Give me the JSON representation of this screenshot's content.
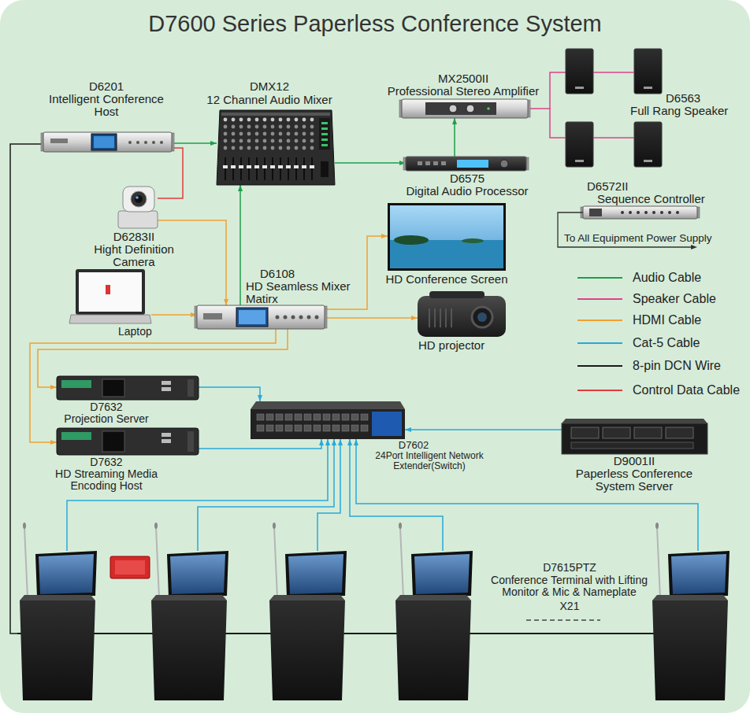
{
  "diagram": {
    "title": "D7600 Series Paperless Conference System",
    "nodes": [
      {
        "text": [
          "D6201",
          "Intelligent Conference Host"
        ]
      },
      {
        "text": [
          "DMX12",
          "12 Channel Audio Mixer"
        ]
      },
      {
        "text": [
          "MX2500II",
          "Professional Stereo Amplifier"
        ]
      },
      {
        "text": [
          "D6563",
          "Full Rang Speaker"
        ]
      },
      {
        "text": [
          "D6575",
          "Digital Audio Processor"
        ]
      },
      {
        "text": [
          "D6572II",
          "Sequence Controller"
        ]
      },
      {
        "text": [
          "D6283II",
          "Hight Definition Camera"
        ]
      },
      {
        "text": [
          "Laptop"
        ]
      },
      {
        "text": [
          "D6108",
          "HD Seamless Mixer Matirx"
        ]
      },
      {
        "text": [
          "HD Conference Screen"
        ]
      },
      {
        "text": [
          "HD projector"
        ]
      },
      {
        "text": [
          "D7632",
          "Projection Server"
        ]
      },
      {
        "text": [
          "D7632",
          "HD Streaming Media Encoding Host"
        ]
      },
      {
        "text": [
          "D7602",
          "24Port Intelligent Network Extender(Switch)"
        ]
      },
      {
        "text": [
          "D9001II",
          "Paperless Conference System Server"
        ]
      },
      {
        "text": [
          "D7615PTZ",
          "Conference Terminal with Lifting Monitor & Mic & Nameplate",
          "X21"
        ]
      }
    ],
    "edges": [
      {
        "from": 0,
        "to": 1,
        "arrow": "to"
      },
      {
        "from": 0,
        "to": 6,
        "arrow": "none"
      },
      {
        "from": 1,
        "to": 4,
        "arrow": "to"
      },
      {
        "from": 4,
        "to": 2,
        "arrow": "to"
      },
      {
        "from": 2,
        "to": 3,
        "arrow": "none"
      },
      {
        "from": 6,
        "to": 8,
        "arrow": "to"
      },
      {
        "from": 7,
        "to": 8,
        "arrow": "to"
      },
      {
        "from": 8,
        "to": 1,
        "arrow": "to"
      },
      {
        "from": 8,
        "to": 9,
        "arrow": "to"
      },
      {
        "from": 8,
        "to": 10,
        "arrow": "to"
      },
      {
        "from": 8,
        "to": 11,
        "arrow": "to"
      },
      {
        "from": 8,
        "to": 12,
        "arrow": "to"
      },
      {
        "from": 11,
        "to": 13,
        "arrow": "to"
      },
      {
        "from": 12,
        "to": 13,
        "arrow": "to"
      },
      {
        "from": 14,
        "to": 13,
        "arrow": "to"
      },
      {
        "from": 15,
        "to": 13,
        "arrow": "to"
      },
      {
        "from": 15,
        "to": 13,
        "arrow": "to"
      },
      {
        "from": 15,
        "to": 13,
        "arrow": "to"
      },
      {
        "from": 15,
        "to": 13,
        "arrow": "to"
      },
      {
        "from": 15,
        "to": 13,
        "arrow": "to"
      },
      {
        "from": 0,
        "to": 15,
        "arrow": "none"
      }
    ],
    "labels": [
      "To All Equipment Power Supply"
    ],
    "legend": [
      {
        "text": "Audio Cable",
        "color": "#1f9e4a"
      },
      {
        "text": "Speaker Cable",
        "color": "#e0408a"
      },
      {
        "text": "HDMI Cable",
        "color": "#f0a030"
      },
      {
        "text": "Cat-5 Cable",
        "color": "#2aa8d8"
      },
      {
        "text": "8-pin DCN Wire",
        "color": "#1a1a1a"
      },
      {
        "text": "Control Data Cable",
        "color": "#e23b3b"
      }
    ]
  }
}
